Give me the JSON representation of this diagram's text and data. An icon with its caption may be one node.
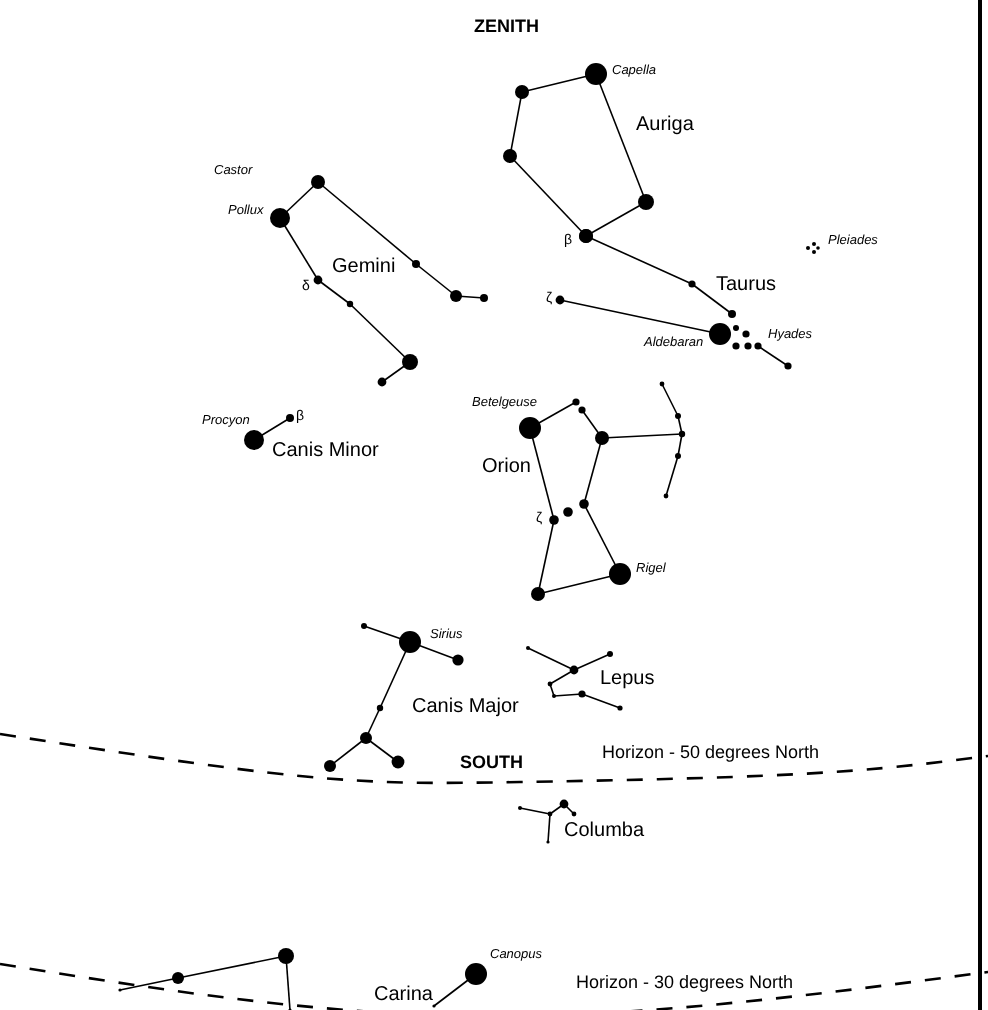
{
  "diagram": {
    "labels": [
      "ZENITH",
      "Capella",
      "Auriga",
      "Castor",
      "Pollux",
      "Gemini",
      "δ",
      "β",
      "Pleiades",
      "Taurus",
      "ζ",
      "Aldebaran",
      "Hyades",
      "Procyon",
      "β",
      "Betelgeuse",
      "Canis Minor",
      "Orion",
      "ζ",
      "Rigel",
      "Sirius",
      "Lepus",
      "Canis Major",
      "SOUTH",
      "Horizon - 50 degrees North",
      "Columba",
      "Canopus",
      "Horizon - 30 degrees North",
      "Carina"
    ]
  }
}
